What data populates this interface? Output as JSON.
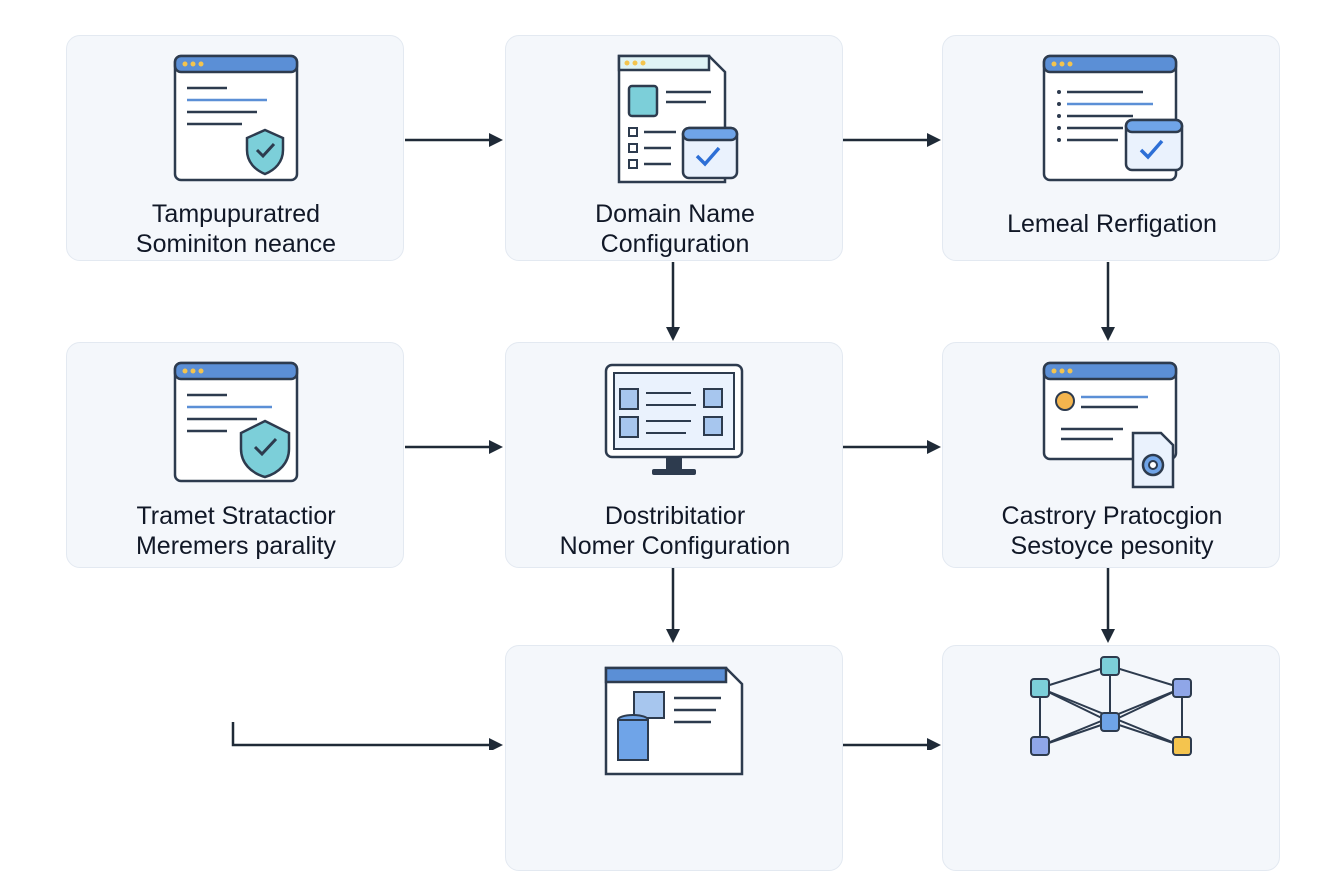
{
  "nodes": {
    "n1": {
      "line1": "Tampupuratred",
      "line2": "Sominiton neance",
      "icon": "browser-window-shield-check-icon"
    },
    "n2": {
      "line1": "Domain Name",
      "line2": "Configuration",
      "icon": "document-checklist-icon"
    },
    "n3": {
      "line1": "Lemeal Rerfigation",
      "line2": "",
      "icon": "browser-window-checkbox-icon"
    },
    "n4": {
      "line1": "Tramet Stratactior",
      "line2": "Meremers parality",
      "icon": "browser-window-shield-check-icon"
    },
    "n5": {
      "line1": "Dostribitatior",
      "line2": "Nomer Configuration",
      "icon": "desktop-monitor-icon"
    },
    "n6": {
      "line1": "Castrory Pratocgion",
      "line2": "Sestoyce pesonity",
      "icon": "browser-window-gear-file-icon"
    },
    "n7": {
      "line1": "",
      "line2": "",
      "icon": "database-document-icon"
    },
    "n8": {
      "line1": "",
      "line2": "",
      "icon": "network-graph-icon"
    }
  },
  "colors": {
    "panel": "#f4f7fb",
    "panel_border": "#e3e9f1",
    "window_bar": "#5b8fd6",
    "window_stroke": "#2d3b4e",
    "accent_teal": "#7ccfd9",
    "accent_blue": "#6fa4e8",
    "arrow": "#1f2a37"
  }
}
